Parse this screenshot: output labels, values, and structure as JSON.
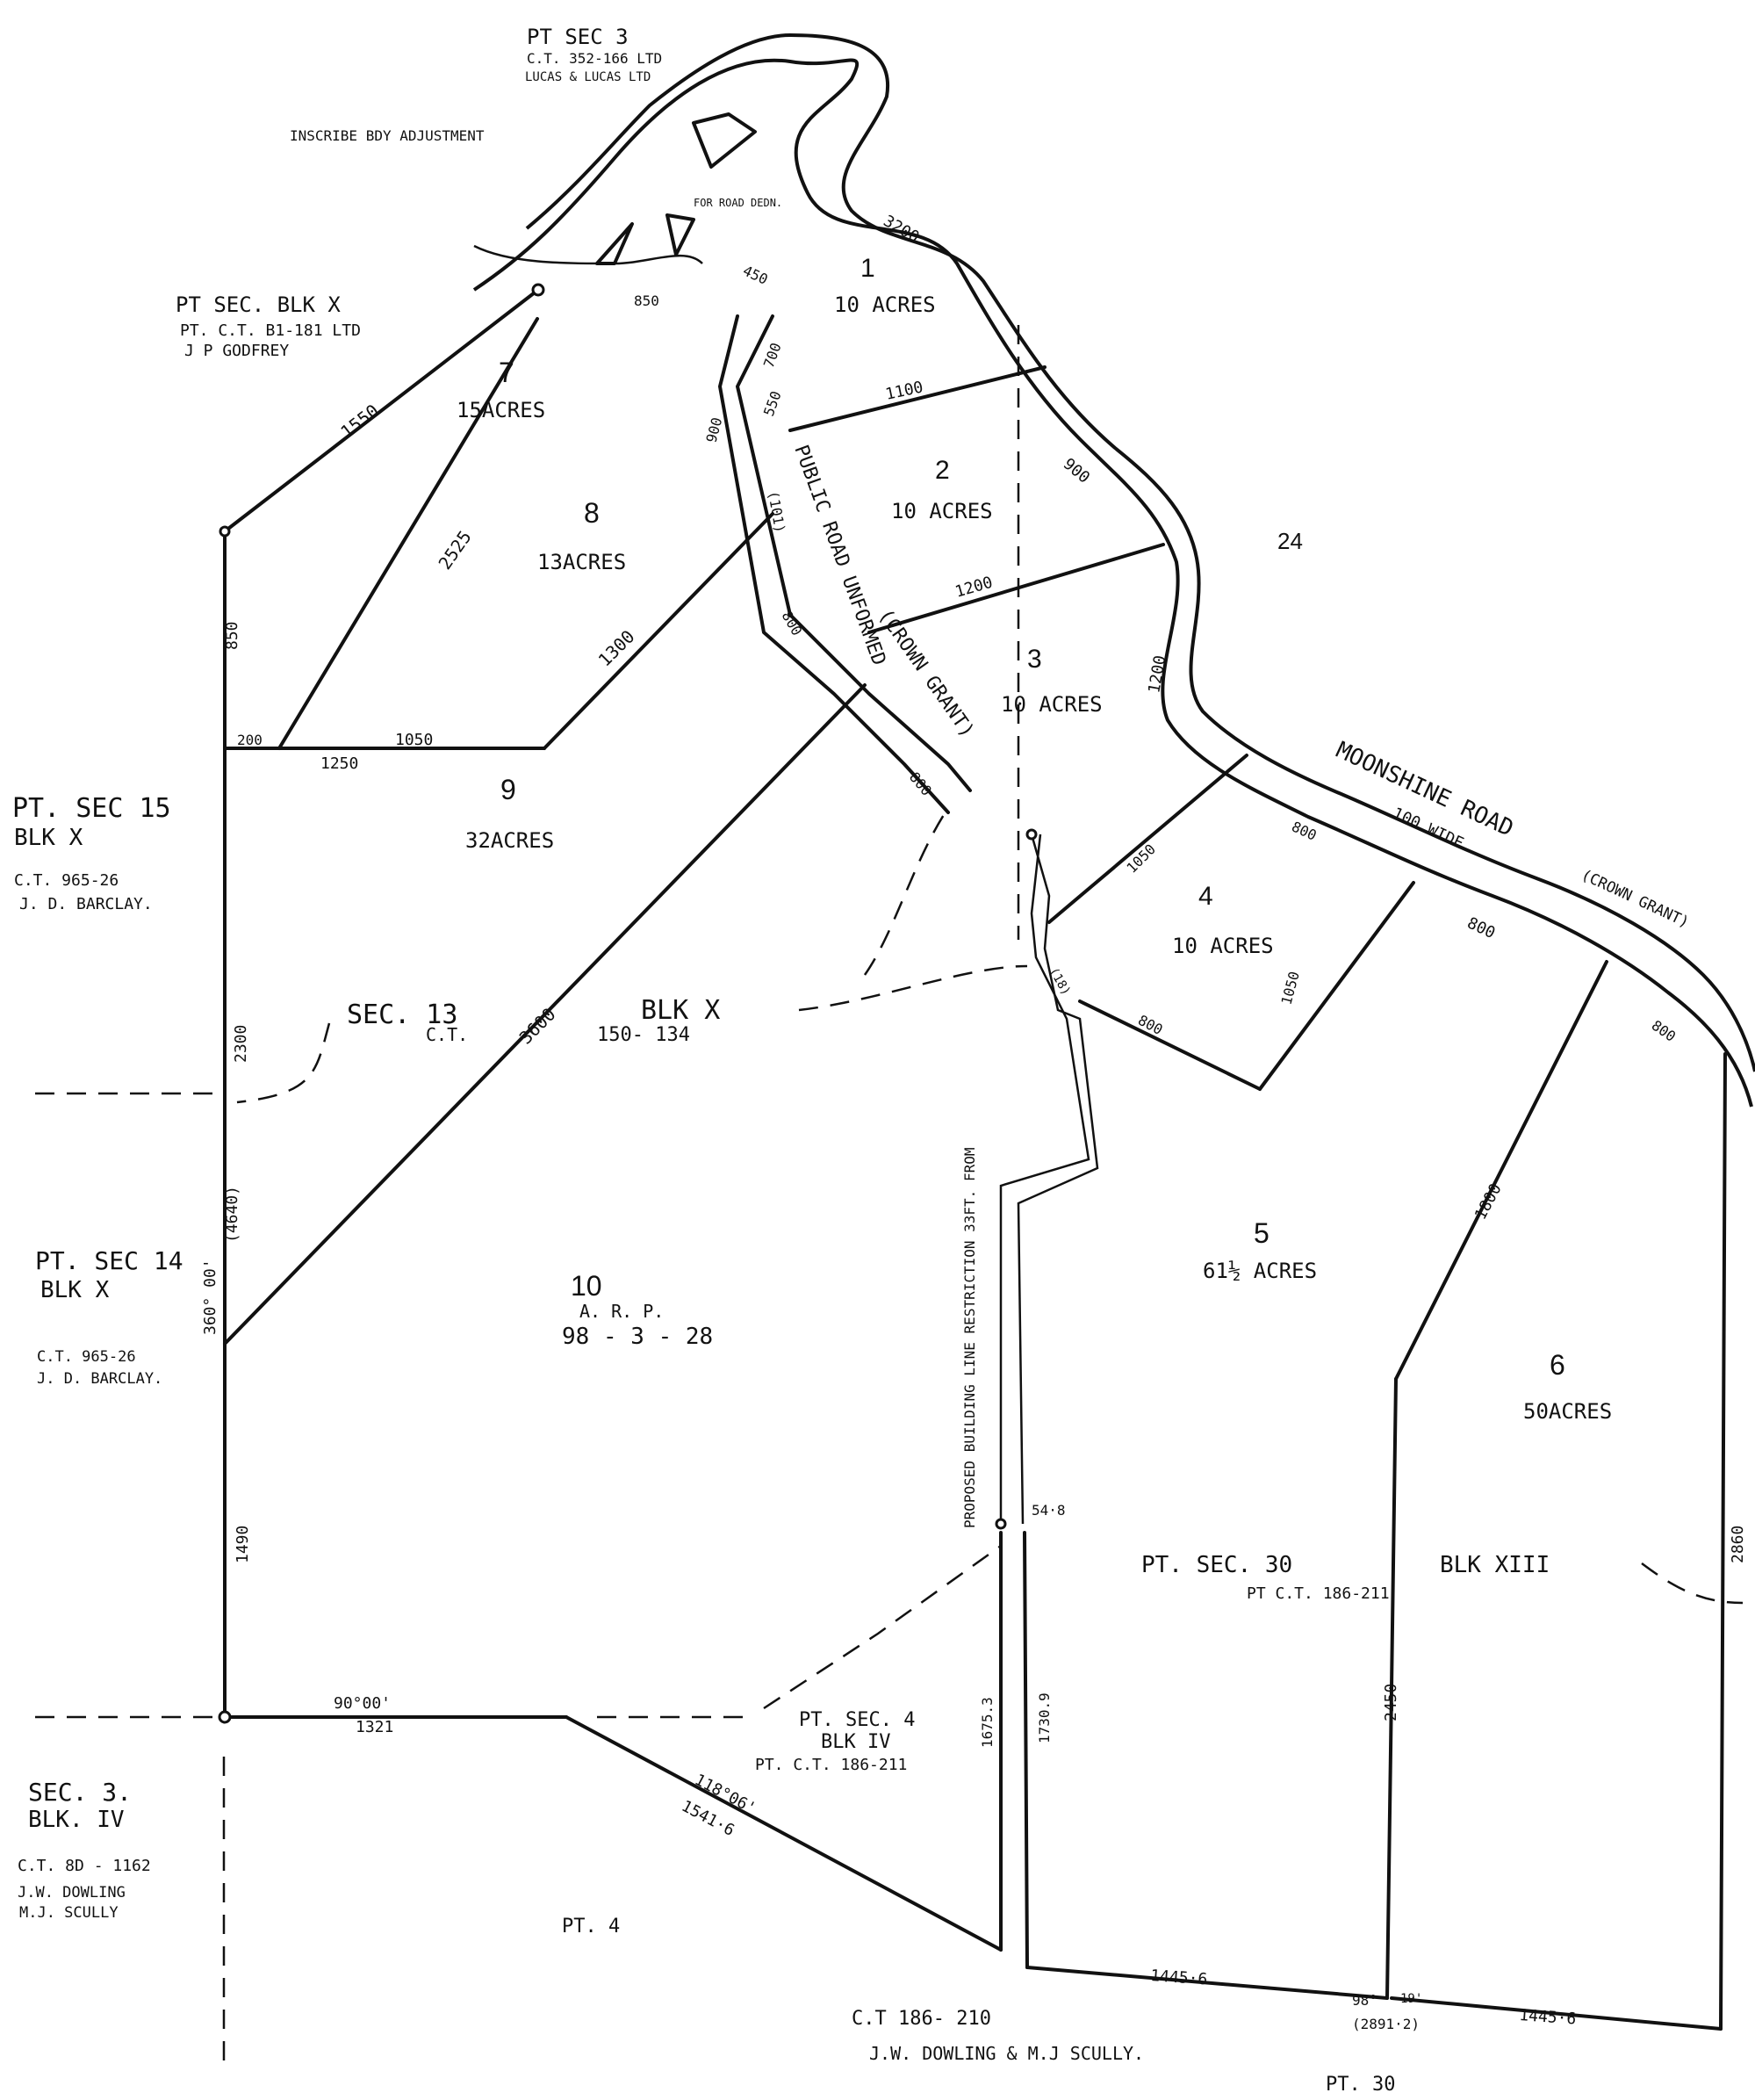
{
  "map": {
    "lots": [
      {
        "number": "1",
        "area": "10 ACRES"
      },
      {
        "number": "2",
        "area": "10 ACRES"
      },
      {
        "number": "3",
        "area": "10 ACRES"
      },
      {
        "number": "4",
        "area": "10 ACRES"
      },
      {
        "number": "5",
        "area": "61½ ACRES"
      },
      {
        "number": "6",
        "area": "50ACRES"
      },
      {
        "number": "7",
        "area": "15ACRES"
      },
      {
        "number": "8",
        "area": "13ACRES"
      },
      {
        "number": "9",
        "area": "32ACRES"
      },
      {
        "number": "10",
        "area_header": "A.   R.   P.",
        "area": "98 - 3 - 28"
      }
    ],
    "lot_24": "24",
    "roads": {
      "moonshine_name": "MOONSHINE ROAD",
      "moonshine_width": "100 WIDE",
      "moonshine_note": "(CROWN GRANT)",
      "public_road": "PUBLIC ROAD UNFORMED",
      "public_road_note": "(CROWN GRANT)"
    },
    "notes": {
      "boundary_adjustment": "INSCRIBE BDY ADJUSTMENT",
      "for_road": "FOR ROAD DEDN.",
      "building_line": "PROPOSED BUILDING LINE RESTRICTION 33FT. FROM"
    },
    "neighbours": {
      "pt_sec3_top": "PT  SEC  3",
      "pt_sec3_ct": "C.T. 352-166 LTD",
      "pt_sec3_owner": "LUCAS & LUCAS LTD",
      "pt_sec_blk_x": "PT SEC. BLK X",
      "pt_sec_blk_x_ct": "PT. C.T. B1-181 LTD",
      "pt_sec_blk_x_owner": "J P GODFREY",
      "sec15_line1": "PT. SEC  15",
      "sec15_line2": "BLK  X",
      "sec15_ct": "C.T. 965-26",
      "sec15_owner": "J. D. BARCLAY.",
      "sec14_line1": "PT. SEC 14",
      "sec14_line2": "BLK X",
      "sec14_ct": "C.T. 965-26",
      "sec14_owner": "J. D. BARCLAY.",
      "sec13_title": "SEC. 13",
      "sec13_ct_label": "C.T.",
      "sec13_blk": "BLK  X",
      "sec13_ct": "150-  134",
      "sec3_line1": "SEC. 3.",
      "sec3_line2": "BLK. IV",
      "sec3_ct": "C.T. 8D - 1162",
      "sec3_owner1": "J.W. DOWLING",
      "sec3_owner2": "M.J. SCULLY",
      "pt_sec4_line1": "PT. SEC. 4",
      "pt_sec4_line2": "BLK IV",
      "pt_sec4_ct": "PT. C.T. 186-211",
      "pt_sec30_title": "PT.   SEC.  30",
      "pt_sec30_blk": "BLK XIII",
      "pt_sec30_ct": "PT   C.T.          186-211",
      "pt4": "PT. 4",
      "bottom_ct": "C.T    186-  210",
      "bottom_owner": "J.W. DOWLING & M.J SCULLY.",
      "pt30": "PT.   30"
    },
    "dimensions": {
      "d1550": "1550",
      "d850a": "850",
      "d850b": "850",
      "d450": "450",
      "d3200": "3200",
      "d700": "700",
      "d550": "550",
      "d1100": "1100",
      "d900a": "900",
      "d101": "(101)",
      "d900b": "900",
      "d2525": "2525",
      "d1300": "1300",
      "d1200a": "1200",
      "d800a": "800",
      "d1200b": "1200",
      "d200": "200",
      "d1050a": "1050",
      "d1250": "1250",
      "d800b": "800",
      "d1050b": "1050",
      "d800c": "800",
      "d800d": "800",
      "d1050c": "1050",
      "d800e": "800",
      "d18": "(18)",
      "d800f": "800",
      "d3600": "3600",
      "d2300": "2300",
      "d4640": "(4640)",
      "d36000": "360° 00'",
      "d1800": "1800",
      "d1490": "1490",
      "d54_8": "54·8",
      "d9000": "90°00'",
      "d1321": "1321",
      "d11806": "118°06'",
      "d1541_6": "1541·6",
      "d1675_3": "1675.3",
      "d1730_9": "1730.9",
      "d2450": "2450",
      "d2860": "2860",
      "d1445_6a": "1445·6",
      "d1445_6b": "1445·6",
      "d98": "98°",
      "d19": "19'",
      "d2891_2": "(2891·2)"
    }
  }
}
